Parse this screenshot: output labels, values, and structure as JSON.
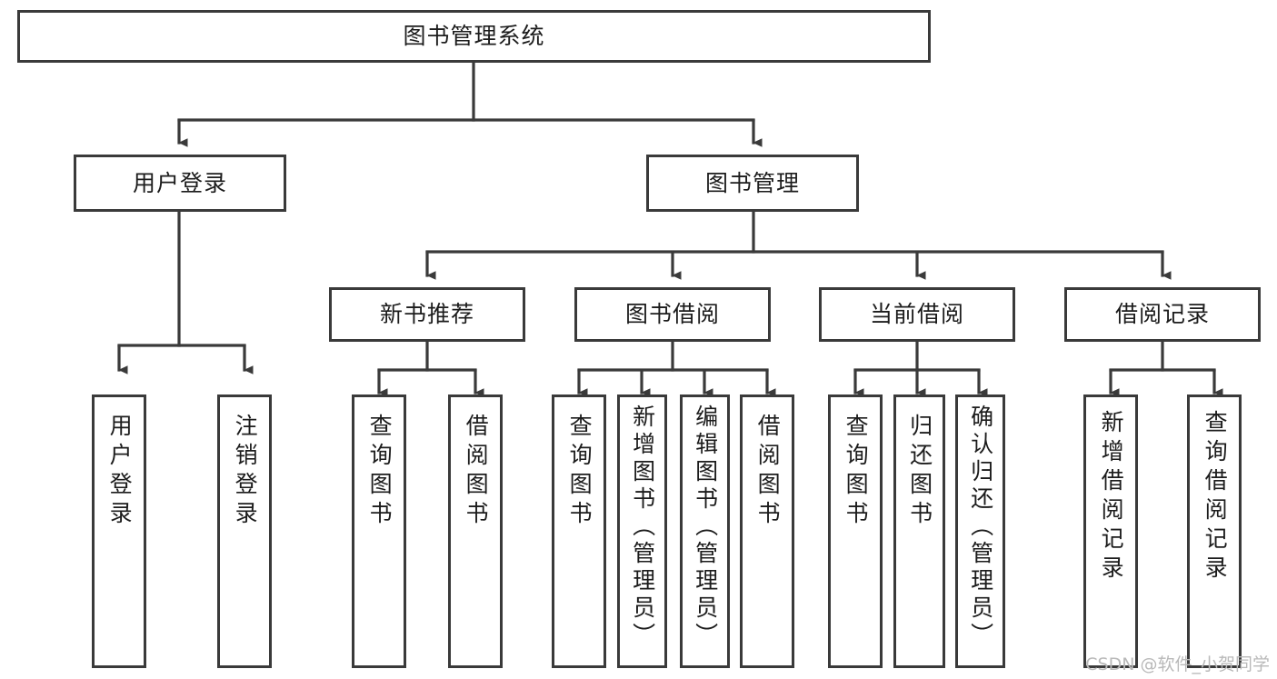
{
  "diagram": {
    "type": "hierarchy-tree",
    "title_text": "图书管理系统",
    "orientation": "top-down",
    "line_color": "#3a3a3a",
    "box_fill": "#ffffff",
    "text_color": "#1c1c1c",
    "root": {
      "label": "图书管理系统"
    },
    "level2": [
      {
        "label": "用户登录"
      },
      {
        "label": "图书管理"
      }
    ],
    "level3": [
      {
        "label": "新书推荐"
      },
      {
        "label": "图书借阅"
      },
      {
        "label": "当前借阅"
      },
      {
        "label": "借阅记录"
      }
    ],
    "leaves": {
      "user_login": [
        {
          "label": "用户登录"
        },
        {
          "label": "注销登录"
        }
      ],
      "new_book_recommend": [
        {
          "label": "查询图书"
        },
        {
          "label": "借阅图书"
        }
      ],
      "book_borrow": [
        {
          "label": "查询图书"
        },
        {
          "label": "新增图书（管理员）"
        },
        {
          "label": "编辑图书（管理员）"
        },
        {
          "label": "借阅图书"
        }
      ],
      "current_borrow": [
        {
          "label": "查询图书"
        },
        {
          "label": "归还图书"
        },
        {
          "label": "确认归还（管理员）"
        }
      ],
      "borrow_records": [
        {
          "label": "新增借阅记录"
        },
        {
          "label": "查询借阅记录"
        }
      ]
    }
  },
  "watermark": {
    "text": "CSDN @软件_小贺同学",
    "color": "#b9b9b9"
  }
}
